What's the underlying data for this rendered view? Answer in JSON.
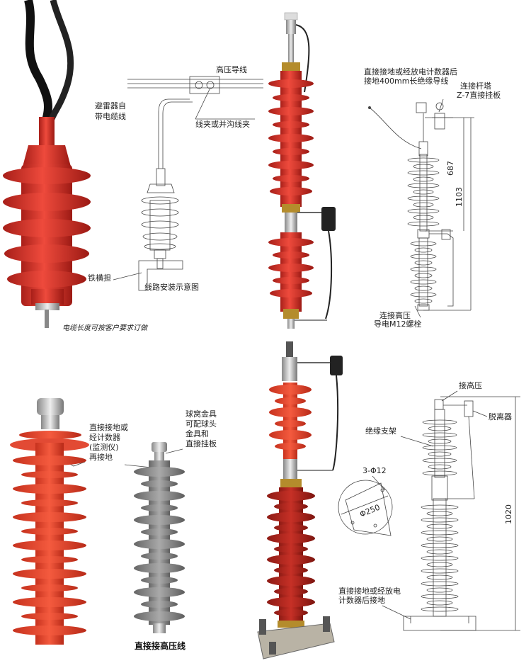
{
  "colors": {
    "red_insulator": "#d8322a",
    "red_dark": "#a81f19",
    "red_light": "#ee5a4c",
    "grey_insulator": "#8a8a8a",
    "metal": "#c9c9c9",
    "line": "#444444"
  },
  "panel1": {
    "label_cable_line1": "避雷器自",
    "label_cable_line2": "带电缆线",
    "label_conductor": "高压导线",
    "label_clamp": "线夹或并沟线夹",
    "label_crossarm": "铁横担",
    "label_diagram_title": "线路安装示意图",
    "caption": "电缆长度可按客户要求订做"
  },
  "panel2": {
    "label_ground_line1": "直接接地或经放电计数器后",
    "label_ground_line2": "接地400mm长绝缘导线",
    "label_tower_line1": "连接杆塔",
    "label_tower_line2": "Z-7直接挂板",
    "dim_687": "687",
    "dim_1103": "1103",
    "label_hv_line1": "连接高压",
    "label_hv_line2": "导电M12螺栓"
  },
  "panel3": {
    "label_left_line1": "直接接地或",
    "label_left_line2": "经计数器",
    "label_left_line3": "(监测仪)",
    "label_left_line4": "再接地",
    "label_right_line1": "球窝金具",
    "label_right_line2": "可配球头",
    "label_right_line3": "金具和",
    "label_right_line4": "直接挂板",
    "caption": "直接接高压线"
  },
  "panel4": {
    "label_hv": "接高压",
    "label_disconnector": "脱离器",
    "label_support": "绝缘支架",
    "label_holes": "3-Φ12",
    "label_diameter": "Φ250",
    "dim_1020": "1020",
    "label_ground_line1": "直接接地或经放电",
    "label_ground_line2": "计数器后接地"
  }
}
